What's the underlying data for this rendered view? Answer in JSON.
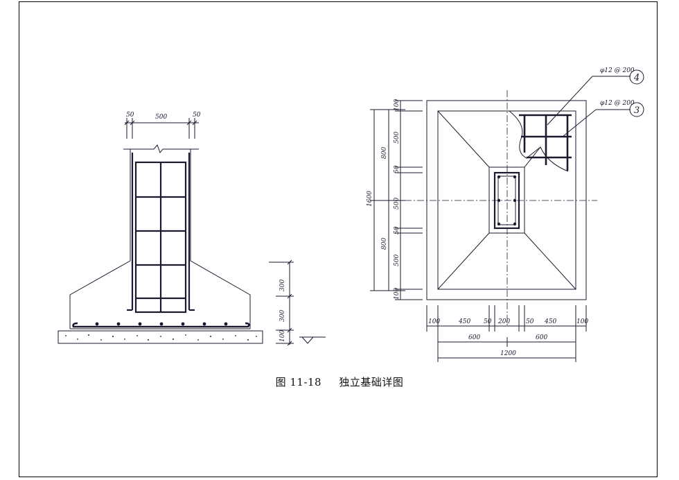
{
  "caption": {
    "fig_no": "图 11-18",
    "title": "独立基础详图"
  },
  "section": {
    "dims_top": [
      "50",
      "500",
      "50"
    ],
    "dims_side": [
      "300",
      "300",
      "100"
    ]
  },
  "plan": {
    "rebar_labels": [
      {
        "spec": "φ12 @ 200",
        "mark": "4"
      },
      {
        "spec": "φ12 @ 200",
        "mark": "3"
      }
    ],
    "dims_left": [
      "100",
      "500",
      "50",
      "500",
      "50",
      "500",
      "100"
    ],
    "dims_left_sub": [
      "800",
      "800"
    ],
    "dims_left_total": "1600",
    "dims_bottom": [
      "100",
      "450",
      "50",
      "200",
      "50",
      "450",
      "100"
    ],
    "dims_bottom_sub": [
      "600",
      "600"
    ],
    "dims_bottom_total": "1200"
  }
}
